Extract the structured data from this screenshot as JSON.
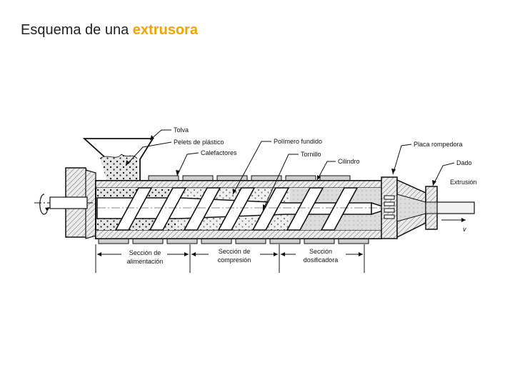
{
  "title": {
    "prefix": "Esquema de una",
    "highlight": "extrusora"
  },
  "colors": {
    "accent": "#f4a300",
    "ink": "#111111",
    "hatch": "#bdbdbd"
  },
  "labels": {
    "tolva": "Tolva",
    "pelets": "Pelets de plástico",
    "calefactores": "Calefactores",
    "polimero": "Polímero fundido",
    "tornillo": "Tornillo",
    "cilindro": "Cilindro",
    "placa": "Placa rompedora",
    "dado": "Dado",
    "extrusion": "Extrusión",
    "velocidad": "v"
  },
  "sections": {
    "alimentacion": [
      "Sección de",
      "alimentación"
    ],
    "compresion": [
      "Sección de",
      "compresión"
    ],
    "dosificadora": [
      "Sección",
      "dosificadora"
    ]
  }
}
